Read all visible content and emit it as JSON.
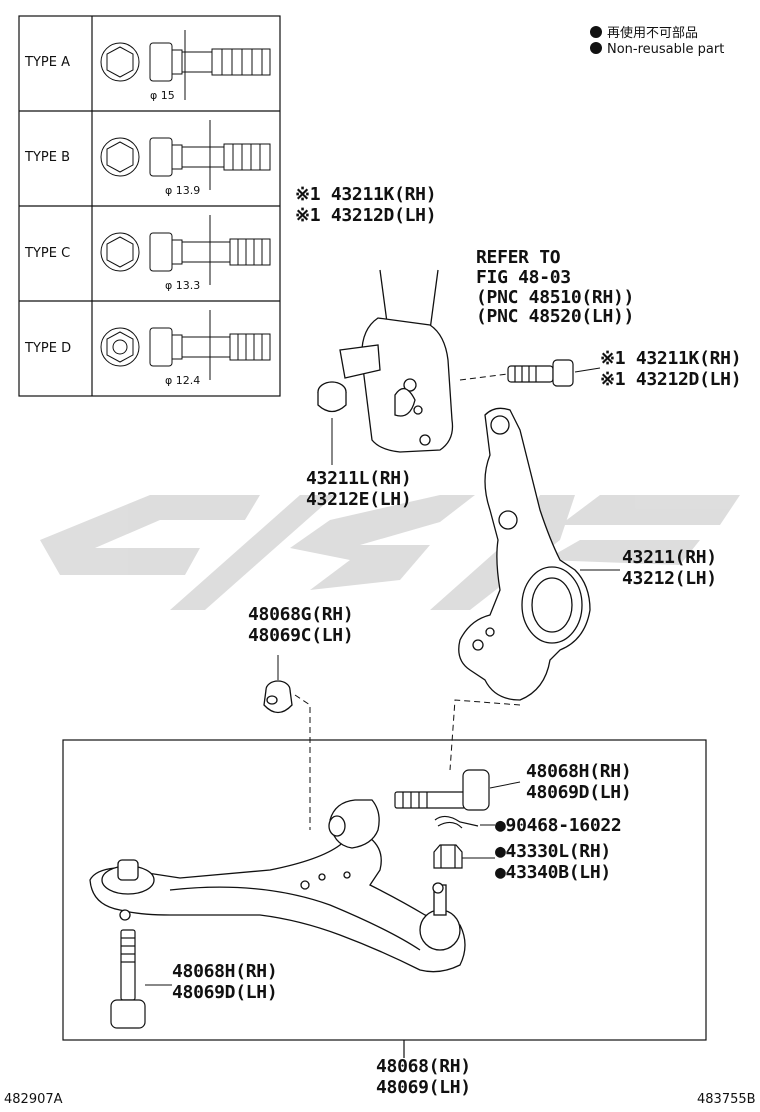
{
  "legend": {
    "jp_text": "再使用不可部品",
    "en_text": "Non-reusable part"
  },
  "types": [
    {
      "label": "TYPE  A",
      "dia": "φ 15"
    },
    {
      "label": "TYPE  B",
      "dia": "φ 13.9"
    },
    {
      "label": "TYPE  C",
      "dia": "φ 13.3"
    },
    {
      "label": "TYPE  D",
      "dia": "φ 12.4"
    }
  ],
  "parts": {
    "bolt_top": {
      "rh": "※1 43211K(RH)",
      "lh": "※1 43212D(LH)"
    },
    "refer": {
      "l1": "REFER TO",
      "l2": "FIG 48-03",
      "l3": "(PNC 48510(RH))",
      "l4": "(PNC 48520(LH))"
    },
    "bolt_side": {
      "rh": "※1 43211K(RH)",
      "lh": "※1 43212D(LH)"
    },
    "washer": {
      "rh": "43211L(RH)",
      "lh": "43212E(LH)"
    },
    "knuckle": {
      "rh": "43211(RH)",
      "lh": "43212(LH)"
    },
    "bushing": {
      "rh": "48068G(RH)",
      "lh": "48069C(LH)"
    },
    "bolt_front": {
      "rh": "48068H(RH)",
      "lh": "48069D(LH)"
    },
    "cotter_pin": "●90468-16022",
    "nut": {
      "rh": "●43330L(RH)",
      "lh": "●43340B(LH)"
    },
    "bolt_rear": {
      "rh": "48068H(RH)",
      "lh": "48069D(LH)"
    },
    "arm": {
      "rh": "48068(RH)",
      "lh": "48069(LH)"
    }
  },
  "footer": {
    "left_code": "482907A",
    "right_code": "483755B"
  }
}
